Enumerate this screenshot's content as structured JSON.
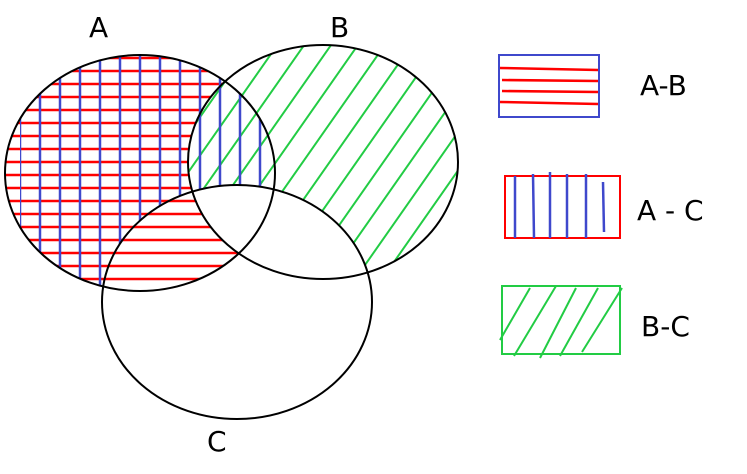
{
  "sets": {
    "a": {
      "label": "A"
    },
    "b": {
      "label": "B"
    },
    "c": {
      "label": "C"
    }
  },
  "legend": [
    {
      "label": "A-B",
      "hatch": "horizontal",
      "line_color": "#ff0000",
      "border_color": "#3f48cc"
    },
    {
      "label": "A - C",
      "hatch": "vertical",
      "line_color": "#3f48cc",
      "border_color": "#ff0000"
    },
    {
      "label": "B-C",
      "hatch": "diagonal",
      "line_color": "#22cc44",
      "border_color": "#22cc44"
    }
  ],
  "colors": {
    "red": "#ff0000",
    "blue": "#3f48cc",
    "green": "#22cc44",
    "outline": "#000000"
  }
}
